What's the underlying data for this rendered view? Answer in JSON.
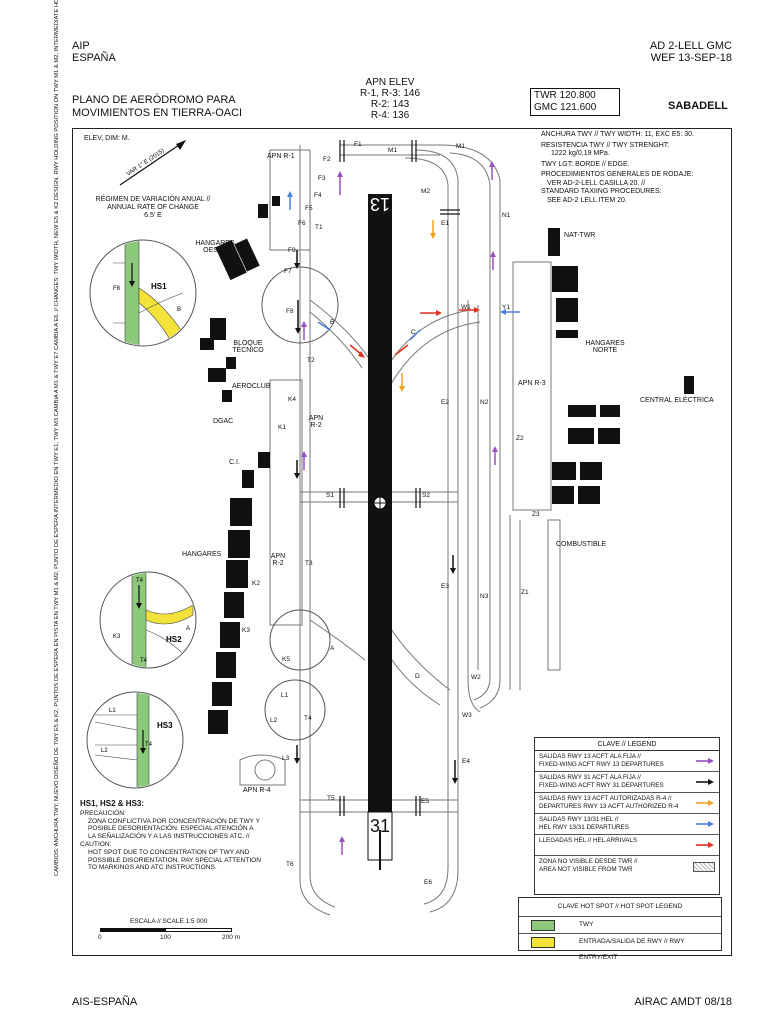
{
  "header": {
    "aip": "AIP",
    "country": "ESPAÑA",
    "doc_ref": "AD 2-LELL GMC",
    "date": "WEF 13-SEP-18"
  },
  "title": {
    "line1": "PLANO DE AERÓDROMO PARA",
    "line2": "MOVIMIENTOS EN TIERRA-OACI"
  },
  "apn_elev": {
    "title": "APN ELEV",
    "r1": "R-1, R-3: 146",
    "r2": "R-2: 143",
    "r4": "R-4: 136"
  },
  "frequencies": {
    "twr": "TWR  120.800",
    "gmc": "GMC 121.600"
  },
  "aerodrome_name": "SABADELL",
  "elev_dim": "ELEV, DIM: M.",
  "info": {
    "line1": "ANCHURA TWY // TWY WIDTH: 11, EXC E5: 30.",
    "line2": "RESISTENCIA TWY // TWY STRENGHT:",
    "line3": "1222 kg/0,19 MPa.",
    "line4": "TWY LGT: BORDE // EDGE.",
    "line5": "PROCEDIMIENTOS GENERALES DE RODAJE:",
    "line6": "VER AD-2-LELL CASILLA 20. //",
    "line7": "STANDARD TAXIING PROCEDURES:",
    "line8": "SEE AD-2 LELL ITEM 20."
  },
  "variation": {
    "var": "VAR 1° E (2015)",
    "line1": "RÉGIMEN DE VARIACIÓN ANUAL //",
    "line2": "ANNUAL RATE OF CHANGE",
    "line3": "6.5' E"
  },
  "runway": {
    "designator_13": "13",
    "designator_31": "31"
  },
  "areas": {
    "hangares_oeste": "HANGARES OESTE",
    "bloque_tecnico": "BLOQUE TÉCNICO",
    "aeroclub": "AEROCLUB",
    "dgac": "DGAC",
    "ci": "C.I.",
    "hangares": "HANGARES",
    "nat_twr": "NAT-TWR",
    "hangares_norte": "HANGARES NORTE",
    "central_electrica": "CENTRAL ELÉCTRICA",
    "combustible": "COMBUSTIBLE"
  },
  "aprons": {
    "apn_r1": "APN R-1",
    "apn_r2a": "APN R-2",
    "apn_r2b": "APN R-2",
    "apn_r3": "APN R-3",
    "apn_r4": "APN R-4"
  },
  "hotspot_labels": {
    "hs1": "HS1",
    "hs2": "HS2",
    "hs3": "HS3"
  },
  "hotspot_note": {
    "heading": "HS1, HS2 & HS3:",
    "l1": "PRECAUCIÓN:",
    "l2": "ZONA CONFLICTIVA POR CONCENTRACIÓN DE TWY Y",
    "l3": "POSIBLE DESORIENTACIÓN. ESPECIAL ATENCIÓN A",
    "l4": "LA SEÑALIZACIÓN Y A LAS INSTRUCCIONES ATC. //",
    "l5": "CAUTION:",
    "l6": "HOT SPOT DUE TO CONCENTRATION OF TWY AND",
    "l7": "POSSIBLE DISORIENTATION. PAY SPECIAL ATTENTION",
    "l8": "TO MARKINGS AND ATC INSTRUCTIONS."
  },
  "scale": {
    "label": "ESCALA // SCALE 1:5 000",
    "t0": "0",
    "t100": "100",
    "t200": "200 m"
  },
  "legend": {
    "title": "CLAVE // LEGEND",
    "rows": [
      {
        "text1": "SALIDAS RWY 13 ACFT ALA FIJA //",
        "text2": "FIXED-WING ACFT RWY 13 DEPARTURES",
        "color": "#9b4fc0"
      },
      {
        "text1": "SALIDAS RWY 31 ACFT ALA FIJA //",
        "text2": "FIXED-WING ACFT RWY 31 DEPARTURES",
        "color": "#111111"
      },
      {
        "text1": "SALIDAS RWY 13 ACFT AUTORIZADAS R-4 //",
        "text2": "DEPARTURES RWY 13 ACFT AUTHORIZED R-4",
        "color": "#f0a020"
      },
      {
        "text1": "SALIDAS RWY 13/31 HEL //",
        "text2": "HEL RWY 13/31 DEPARTURES",
        "color": "#4a7fe0"
      },
      {
        "text1": "LLEGADAS HEL // HEL ARRIVALS",
        "text2": "",
        "color": "#e03020"
      },
      {
        "text1": "ZONA NO VISIBLE DESDE TWR //",
        "text2": "AREA NOT VISIBLE FROM TWR",
        "color": "#bbbbbb"
      }
    ]
  },
  "hotspot_legend": {
    "title": "CLAVE HOT SPOT // HOT SPOT LEGEND",
    "twy": "TWY",
    "entry": "ENTRADA/SALIDA DE RWY // RWY ENTRY/EXIT",
    "twy_color": "#8cc97a",
    "entry_color": "#f2e23a"
  },
  "side_note": "CAMBIOS: ANCHURA TWY, NUEVO DISEÑO DE TWY E5 & K2, PUNTOS DE ESPERA EN PISTA EN TWY M1 & M2, PUNTO DE ESPERA INTERMEDIO EN TWY E1, TWY M3 CAMBIA A M1 & TWY E7 CAMBIA A E6. // CHANGES: TWY WIDTH, NEW E5 & K2 DESIGN, RWY HOLDING POSITION ON TWY M1 & M2, INTERMEDIATE HOLDING POSITION ON TWY E1, TWY M3 CHANGE TO M1 & TWY E7 CHANGE TO E6.",
  "taxiway_labels": [
    "M1",
    "M1",
    "M2",
    "F1",
    "F2",
    "F3",
    "F4",
    "F5",
    "F6",
    "F7",
    "F8",
    "F9",
    "T1",
    "E1",
    "N1",
    "W1",
    "Y1",
    "B",
    "C",
    "T2",
    "K4",
    "K1",
    "E2",
    "N2",
    "Z2",
    "Z3",
    "S1",
    "S2",
    "T3",
    "K2",
    "E3",
    "N3",
    "Z1",
    "K3",
    "A",
    "K5",
    "L1",
    "L2",
    "L3",
    "T4",
    "D",
    "W2",
    "W3",
    "E4",
    "T5",
    "E5",
    "T6",
    "E6"
  ],
  "footer": {
    "left": "AIS-ESPAÑA",
    "right": "AIRAC AMDT 08/18"
  }
}
